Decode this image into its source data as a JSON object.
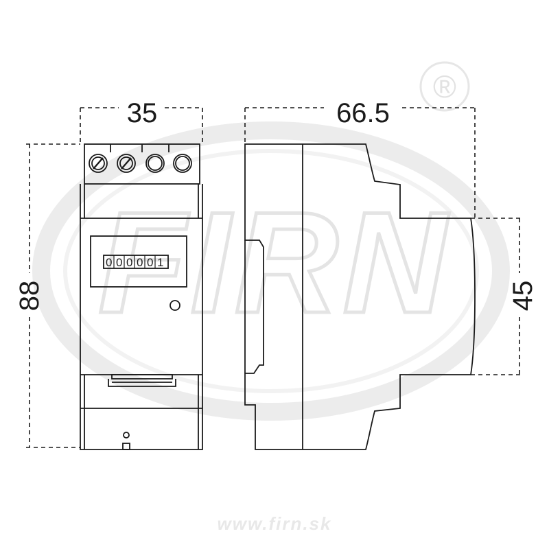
{
  "dimensions": {
    "front_width": "35",
    "side_depth": "66.5",
    "height": "88",
    "front_height": "45"
  },
  "counter": {
    "digits": [
      "0",
      "0",
      "0",
      "0",
      "0",
      "1"
    ]
  },
  "watermark": {
    "brand": "FIRN",
    "website": "www.firn.sk",
    "registered_mark": "®"
  },
  "colors": {
    "line": "#1a1a1a",
    "watermark": "#ececec",
    "background": "#ffffff"
  }
}
